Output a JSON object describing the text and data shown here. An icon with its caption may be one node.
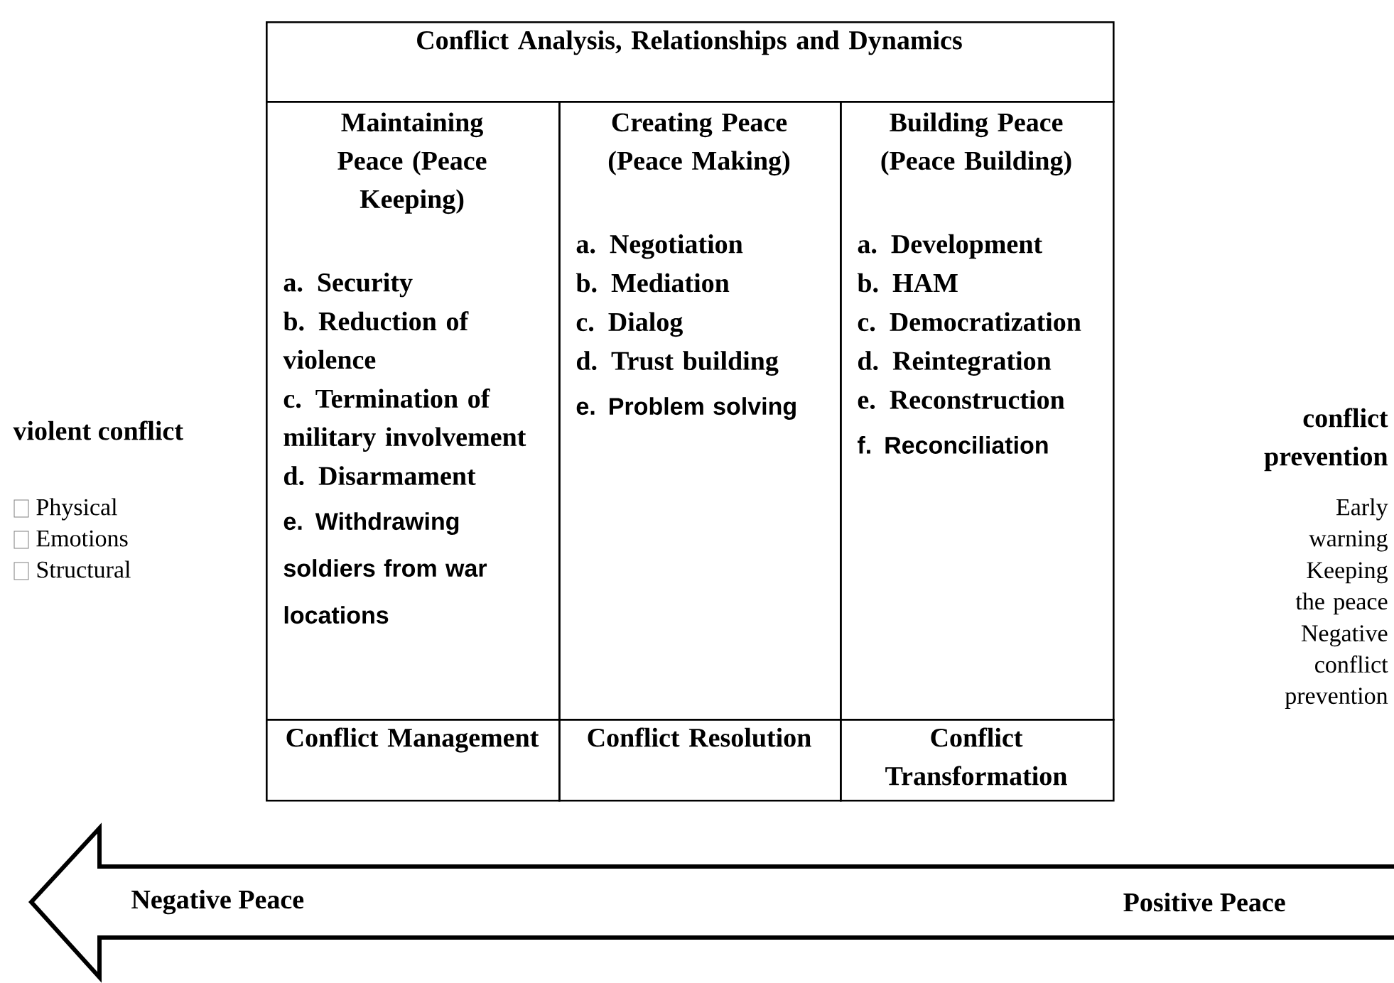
{
  "diagram": {
    "nodes": [
      {
        "text": [
          "Conflict Analysis, Relationships and Dynamics"
        ]
      },
      {
        "text": [
          "Maintaining Peace (Peace Keeping)",
          "a. Security",
          "b. Reduction of violence",
          "c. Termination of military involvement",
          "d. Disarmament",
          "e. Withdrawing soldiers from war locations"
        ]
      },
      {
        "text": [
          "Creating Peace (Peace Making)",
          "a. Negotiation",
          "b. Mediation",
          "c. Dialog",
          "d. Trust building",
          "e. Problem solving"
        ]
      },
      {
        "text": [
          "Building Peace (Peace Building)",
          "a. Development",
          "b. HAM",
          "c. Democratization",
          "d. Reintegration",
          "e. Reconstruction",
          "f. Reconciliation"
        ]
      },
      {
        "text": [
          "Conflict Management"
        ]
      },
      {
        "text": [
          "Conflict Resolution"
        ]
      },
      {
        "text": [
          "Conflict Transformation"
        ]
      },
      {
        "text": [
          "Negative Peace",
          "Positive Peace"
        ]
      }
    ],
    "labels": [
      "violent conflict",
      "Physical",
      "Emotions",
      "Structural",
      "conflict prevention",
      "Early warning",
      "Keeping the peace",
      "Negative conflict prevention"
    ]
  }
}
